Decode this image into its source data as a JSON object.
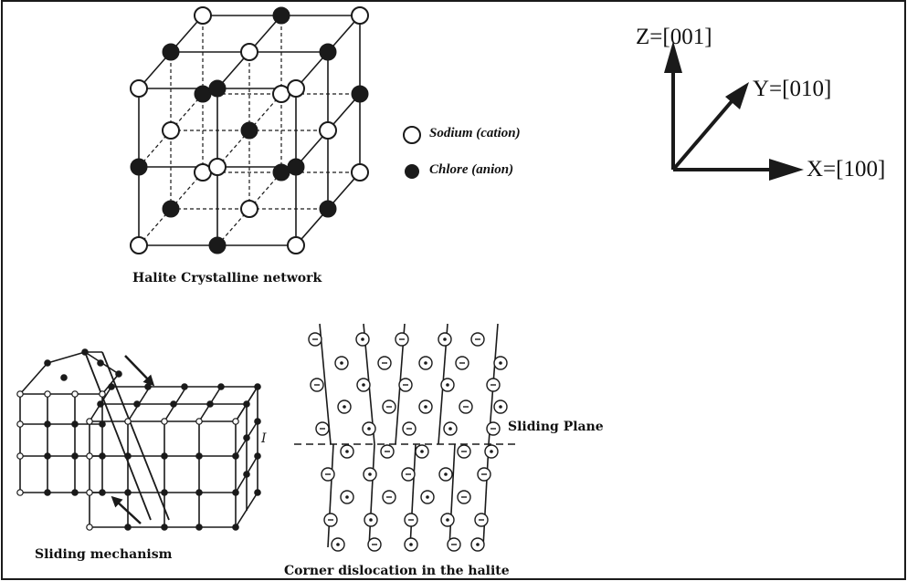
{
  "legend": {
    "sodium": "Sodium (cation)",
    "chlore": "Chlore (anion)"
  },
  "axes": {
    "z": "Z=[001]",
    "y": "Y=[010]",
    "x": "X=[100]"
  },
  "captions": {
    "halite": "Halite Crystalline network",
    "sliding_mechanism": "Sliding mechanism",
    "dislocation": "Corner dislocation in the halite",
    "sliding_plane": "Sliding Plane"
  },
  "colors": {
    "line": "#1a1a1a",
    "cation_fill": "#ffffff",
    "anion_fill": "#1a1a1a"
  }
}
